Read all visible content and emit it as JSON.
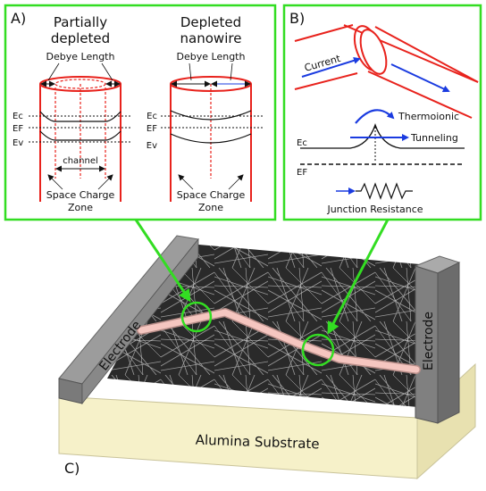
{
  "panel_a": {
    "label": "A)",
    "left_title": [
      "Partially",
      "depleted"
    ],
    "right_title": [
      "Depleted",
      "nanowire"
    ],
    "debye_length": "Debye Length",
    "levels": [
      "Ec",
      "EF",
      "Ev"
    ],
    "channel": "channel",
    "space_charge": [
      "Space Charge",
      "Zone"
    ]
  },
  "panel_b": {
    "label": "B)",
    "current": "Current",
    "thermoionic": "Thermoionic",
    "tunneling": "Tunneling",
    "levels": [
      "Ec",
      "EF"
    ],
    "junction_resistance": "Junction Resistance"
  },
  "panel_c": {
    "label": "C)",
    "electrode_left": "Electrode",
    "electrode_right": "Electrode",
    "substrate": "Alumina Substrate"
  },
  "colors": {
    "frame_green": "#33dd22",
    "wire_red": "#e8221c",
    "arrow_blue": "#1a3be0",
    "path_pink": "#f5c6c0"
  }
}
